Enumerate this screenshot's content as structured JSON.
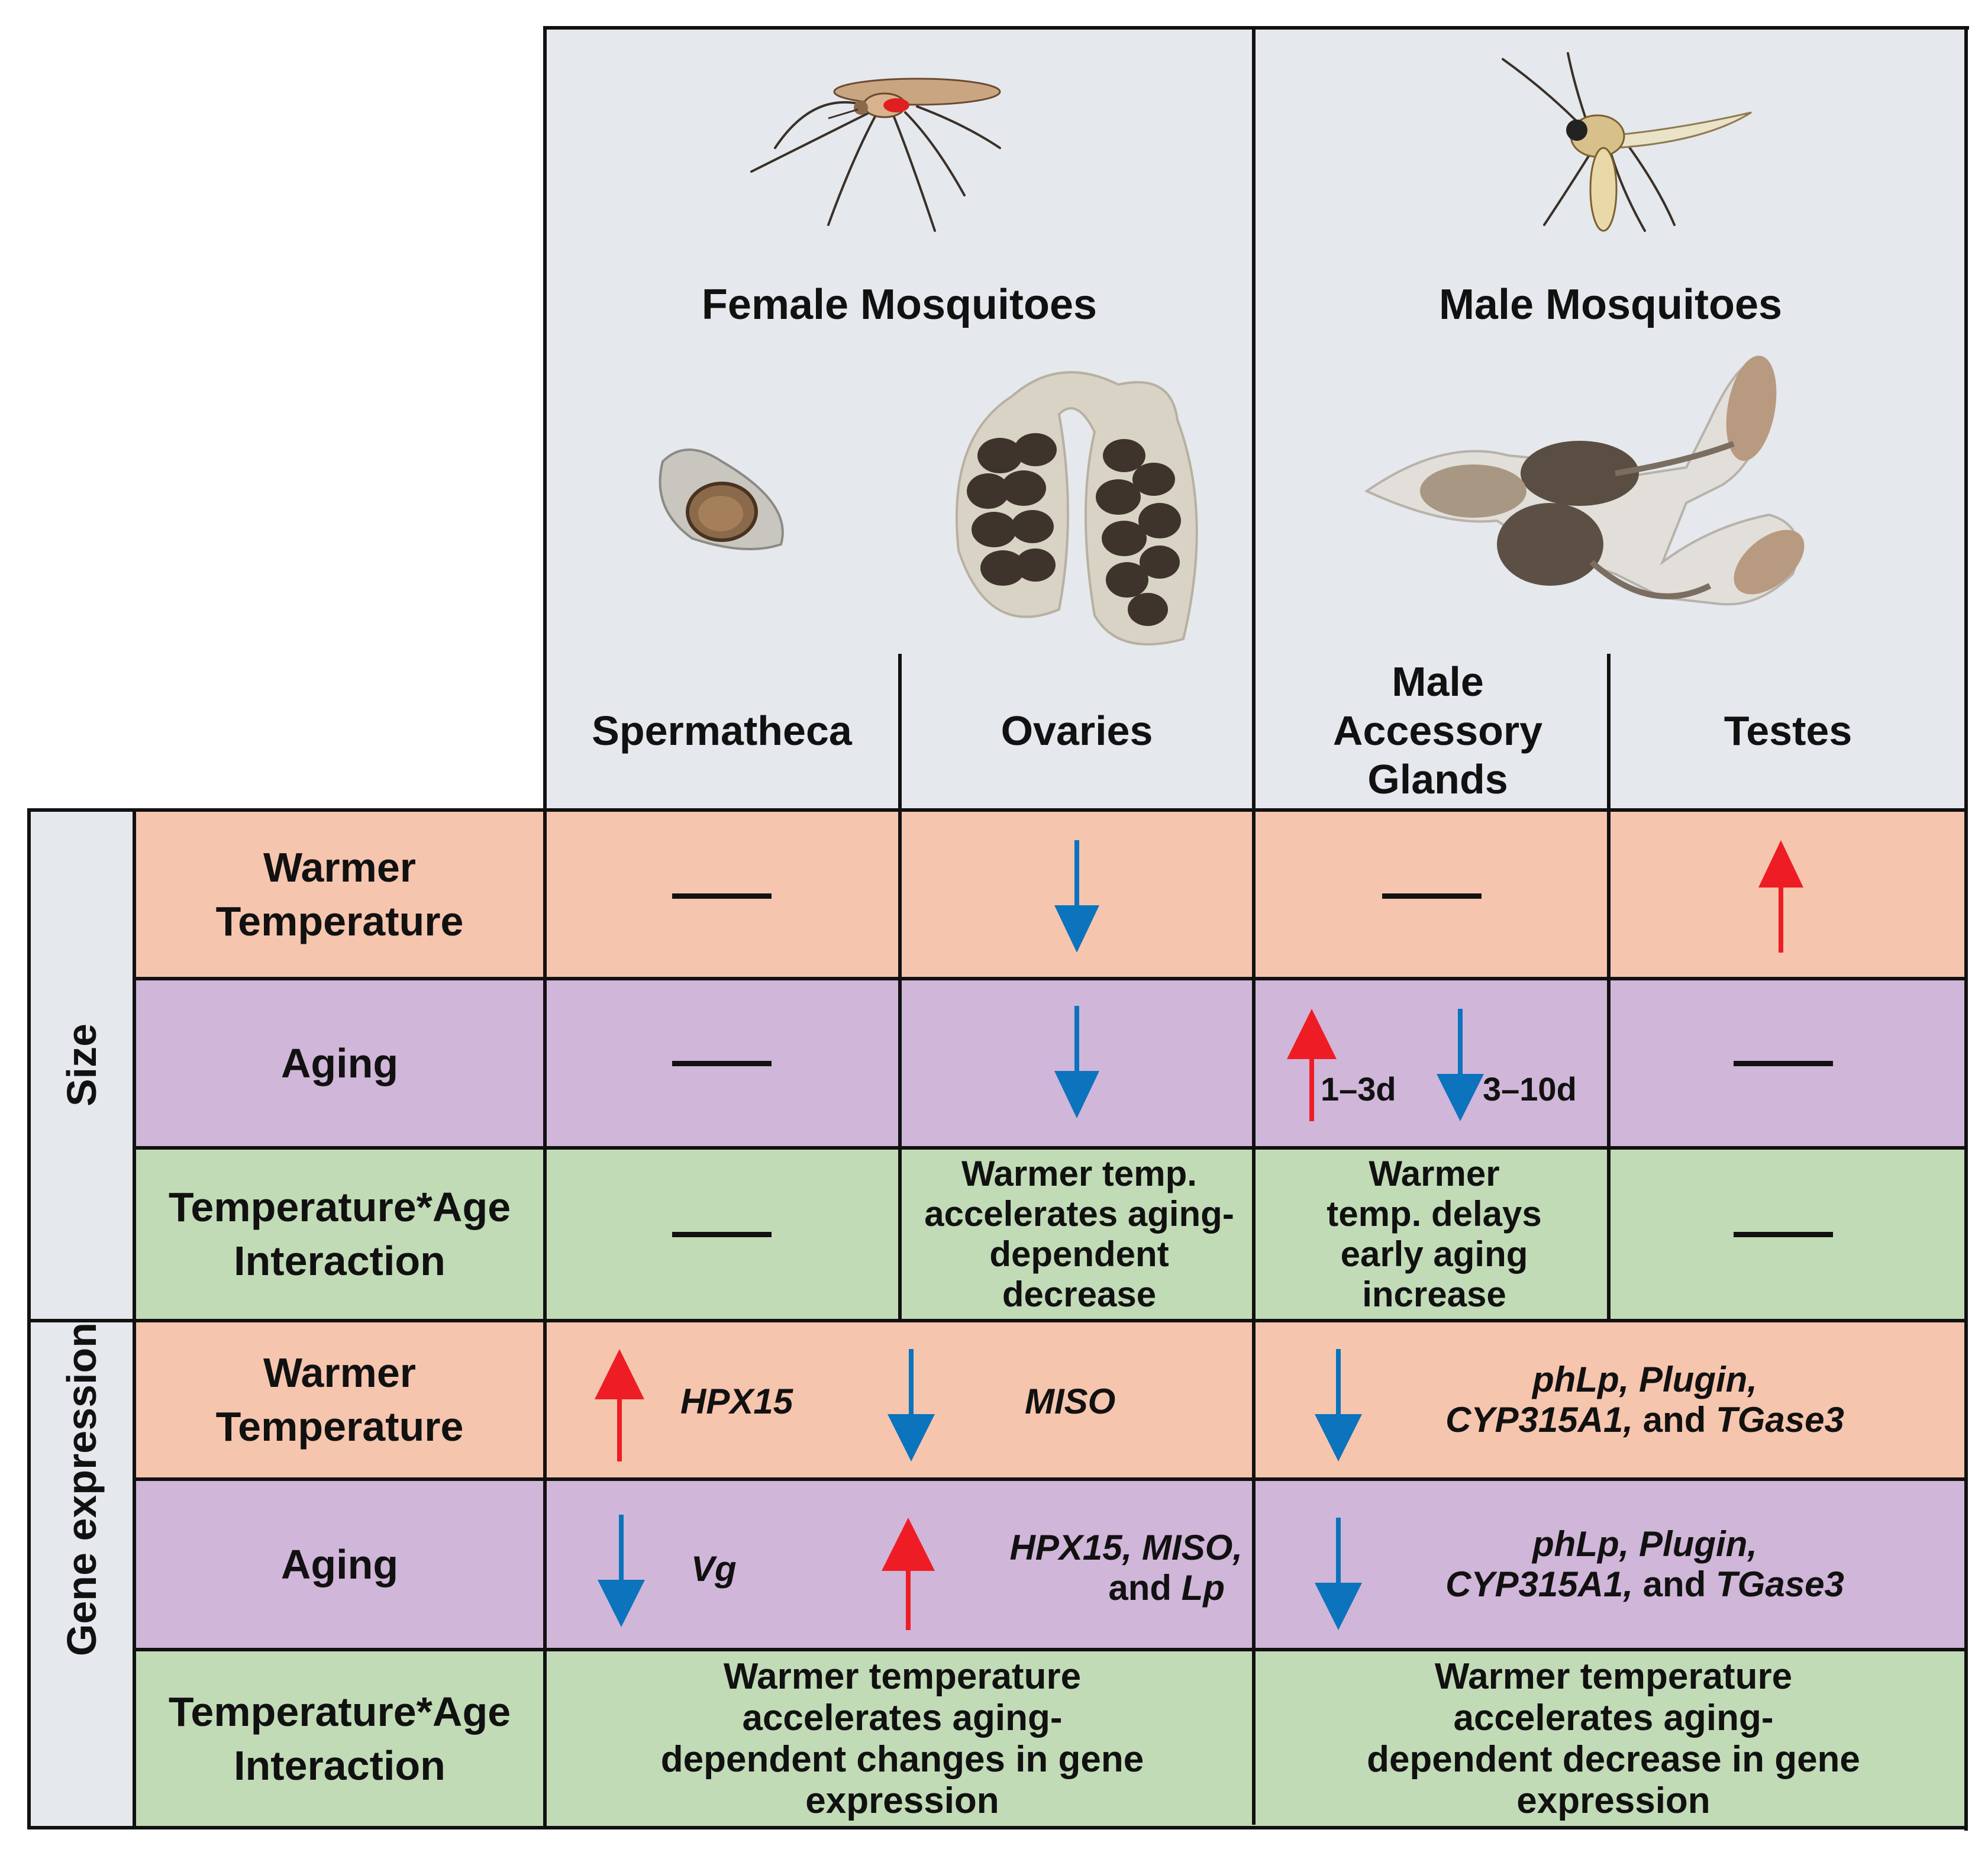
{
  "header": {
    "female_title": "Female Mosquitoes",
    "male_title": "Male Mosquitoes",
    "tissues": [
      "Spermatheca",
      "Ovaries",
      "Male Accessory Glands",
      "Testes"
    ]
  },
  "groups": {
    "size": "Size",
    "gene_expression": "Gene expression"
  },
  "row_labels": {
    "warmer": "Warmer Temperature",
    "aging": "Aging",
    "interaction": "Temperature*Age Interaction"
  },
  "size": {
    "warmer": {
      "spermatheca": "no change",
      "ovaries": "decrease",
      "accessory_glands": "no change",
      "testes": "increase"
    },
    "aging": {
      "spermatheca": "no change",
      "ovaries": "decrease",
      "accessory_glands": {
        "early_label": "1–3d",
        "early": "increase",
        "late_label": "3–10d",
        "late": "decrease"
      },
      "testes": "no change"
    },
    "interaction": {
      "spermatheca": "no change",
      "ovaries": "Warmer temp. accelerates aging-dependent decrease",
      "accessory_glands": "Warmer temp. delays early aging increase",
      "testes": "no change"
    }
  },
  "gene_expression": {
    "warmer": {
      "female_up": "HPX15",
      "female_down": "MISO",
      "male_down_line1": "phLp, Plugin,",
      "male_down_line2a": "CYP315A1,",
      "male_down_and": " and ",
      "male_down_line2b": "TGase3"
    },
    "aging": {
      "female_down": "Vg",
      "female_up_line1": "HPX15, MISO,",
      "female_up_and": "and ",
      "female_up_line2": "Lp",
      "male_down_line1": "phLp, Plugin,",
      "male_down_line2a": "CYP315A1,",
      "male_down_and": " and ",
      "male_down_line2b": "TGase3"
    },
    "interaction": {
      "female": "Warmer temperature accelerates aging-dependent changes in gene expression",
      "male": "Warmer temperature accelerates aging-dependent decrease in gene expression"
    }
  },
  "colors": {
    "header_bg": "#e5e8ec",
    "warmer_row": "#f6c5ae",
    "aging_row": "#d0b6d8",
    "interaction_row": "#c2dbb7",
    "increase_arrow": "#ee1d25",
    "decrease_arrow": "#0c73bd"
  },
  "icons": [
    "female-mosquito-icon",
    "male-mosquito-icon",
    "spermatheca-image",
    "ovaries-image",
    "male-reproductive-tract-image"
  ]
}
